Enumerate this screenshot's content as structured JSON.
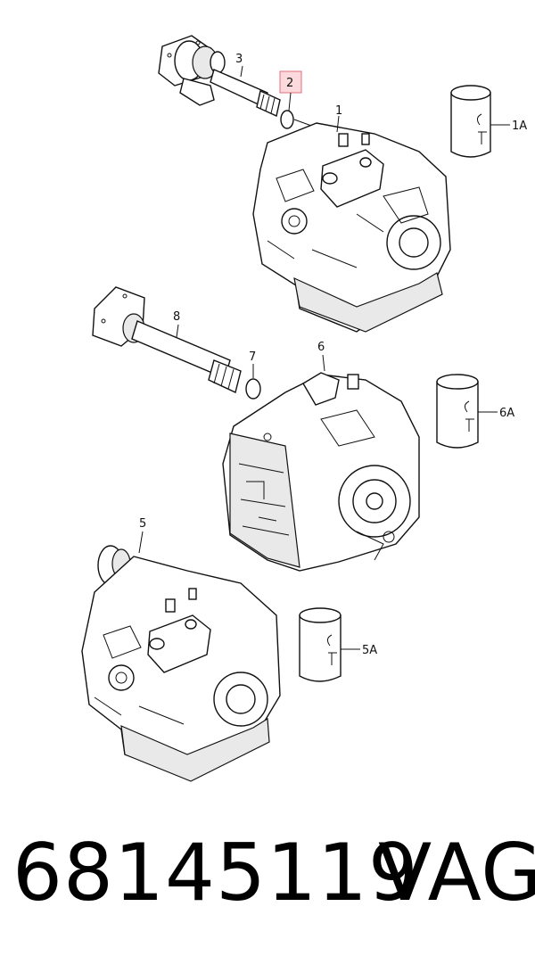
{
  "diagram": {
    "callouts": [
      {
        "id": "1",
        "label": "1"
      },
      {
        "id": "1A",
        "label": "1A"
      },
      {
        "id": "2",
        "label": "2",
        "highlighted": true
      },
      {
        "id": "3",
        "label": "3"
      },
      {
        "id": "5",
        "label": "5"
      },
      {
        "id": "5A",
        "label": "5A"
      },
      {
        "id": "6",
        "label": "6"
      },
      {
        "id": "6A",
        "label": "6A"
      },
      {
        "id": "7",
        "label": "7"
      },
      {
        "id": "8",
        "label": "8"
      }
    ],
    "highlight_color": "#fbd9dc"
  },
  "footer": {
    "part_number": "68145119",
    "brand": "VAG"
  }
}
